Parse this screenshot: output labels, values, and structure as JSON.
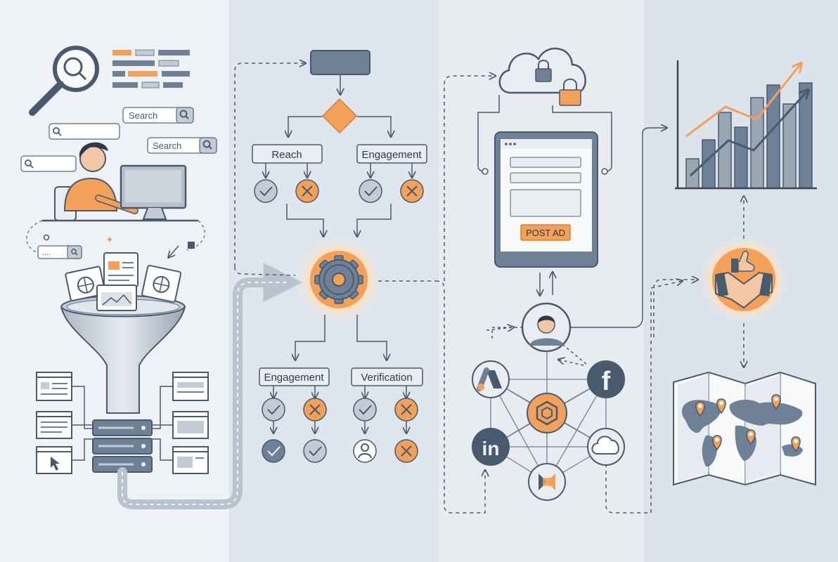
{
  "colors": {
    "accent": "#f2a05a",
    "accent_stroke": "#d97f33",
    "ink": "#3c4654",
    "slate": "#6f8197",
    "slate_dark": "#4a5a6e",
    "panel_a": "#eef1f5",
    "panel_b": "#dfe5ec",
    "panel_c": "#e8ecf1",
    "panel_d": "#dde3ea"
  },
  "search_bars": [
    {
      "label": "Search"
    },
    {
      "label": "Search"
    },
    {
      "label": ""
    },
    {
      "label": ""
    },
    {
      "label": "...."
    }
  ],
  "flow_top": {
    "branch_left": "Reach",
    "branch_right": "Engagement"
  },
  "flow_bottom": {
    "branch_left": "Engagement",
    "branch_right": "Verification"
  },
  "tablet": {
    "button_label": "POST AD"
  },
  "network": {
    "nodes": [
      {
        "icon": "google-ads-icon"
      },
      {
        "icon": "facebook-icon"
      },
      {
        "icon": "linkedin-icon"
      },
      {
        "icon": "cloud-icon"
      },
      {
        "icon": "hub-icon"
      },
      {
        "icon": "center-box-icon"
      }
    ]
  },
  "chart": {
    "bars": [
      0.28,
      0.46,
      0.72,
      0.58,
      0.86,
      0.98,
      0.8,
      1.0
    ]
  }
}
